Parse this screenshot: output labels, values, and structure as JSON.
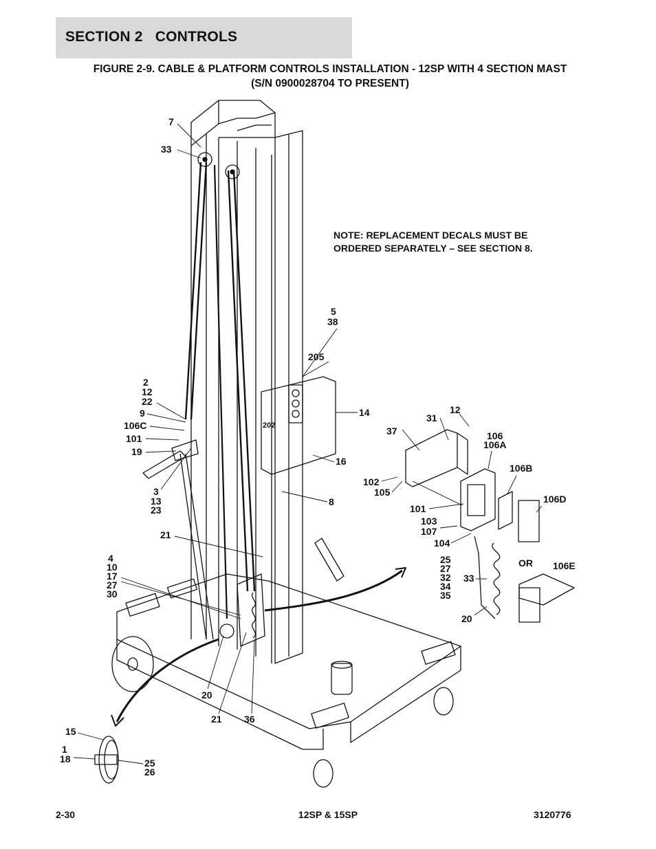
{
  "header": {
    "section_title": "SECTION 2   CONTROLS"
  },
  "figure": {
    "title_line1": "FIGURE 2-9. CABLE & PLATFORM CONTROLS INSTALLATION - 12SP WITH 4 SECTION MAST",
    "title_line2": "(S/N 0900028704 TO PRESENT)"
  },
  "note": {
    "line1": "NOTE:  REPLACEMENT DECALS MUST BE",
    "line2": "ORDERED SEPARATELY – SEE SECTION 8."
  },
  "callouts": {
    "c7": "7",
    "c33a": "33",
    "c5": "5",
    "c38": "38",
    "c205": "205",
    "c2": "2",
    "c12a": "12",
    "c22": "22",
    "c9": "9",
    "c106C": "106C",
    "c101a": "101",
    "c19": "19",
    "c3": "3",
    "c13": "13",
    "c23": "23",
    "c14": "14",
    "c202": "202",
    "c16": "16",
    "c8": "8",
    "c21a": "21",
    "c4": "4",
    "c10": "10",
    "c17": "17",
    "c27a": "27",
    "c30": "30",
    "c20a": "20",
    "c21b": "21",
    "c36": "36",
    "c15": "15",
    "c1": "1",
    "c18": "18",
    "c25a": "25",
    "c26": "26",
    "c37": "37",
    "c31": "31",
    "c12b": "12",
    "c106": "106",
    "c106A": "106A",
    "c106B": "106B",
    "c106D": "106D",
    "c106E": "106E",
    "c102": "102",
    "c105": "105",
    "c101b": "101",
    "c103": "103",
    "c107": "107",
    "c104": "104",
    "c25b": "25",
    "c27b": "27",
    "c32": "32",
    "c34": "34",
    "c35": "35",
    "c33b": "33",
    "c20b": "20",
    "cOR": "OR"
  },
  "footer": {
    "page_number": "2-30",
    "model": "12SP & 15SP",
    "doc_number": "3120776"
  }
}
